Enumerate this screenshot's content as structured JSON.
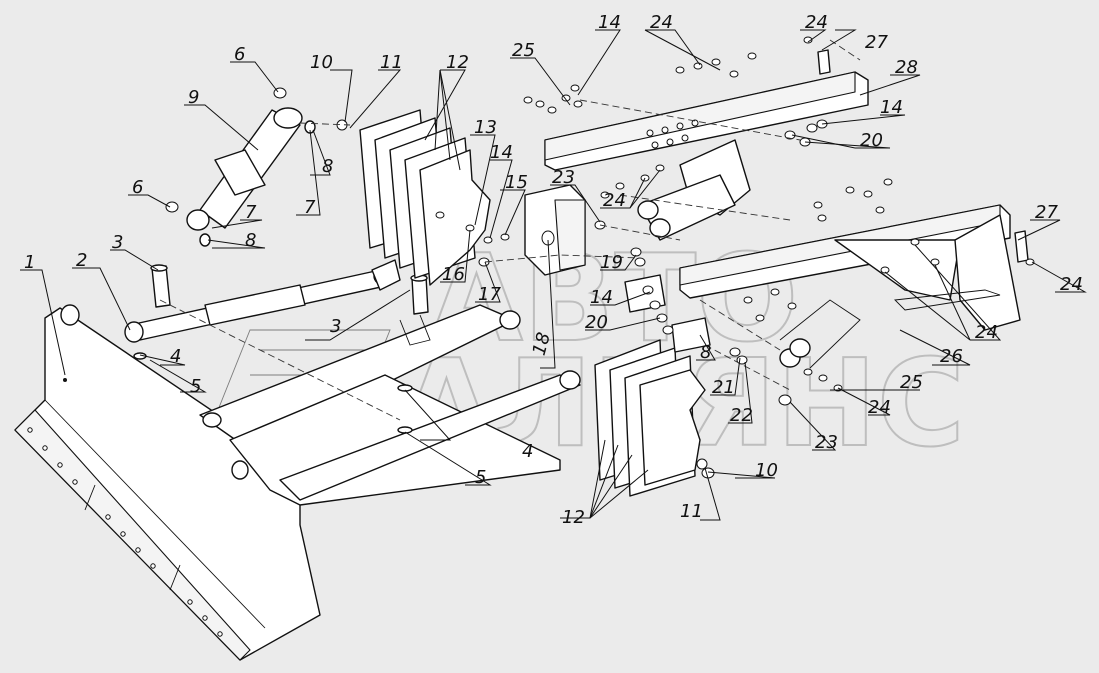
{
  "watermark": {
    "line1": "АВТО",
    "line2": "АЛЬЯНС"
  },
  "callouts": {
    "c1": "1",
    "c2": "2",
    "c3a": "3",
    "c3b": "3",
    "c4a": "4",
    "c4b": "4",
    "c5a": "5",
    "c5b": "5",
    "c6a": "6",
    "c6b": "6",
    "c7a": "7",
    "c7b": "7",
    "c8a": "8",
    "c8b": "8",
    "c8c": "8",
    "c9": "9",
    "c10a": "10",
    "c10b": "10",
    "c11a": "11",
    "c11b": "11",
    "c12a": "12",
    "c12b": "12",
    "c13": "13",
    "c14a": "14",
    "c14b": "14",
    "c14c": "14",
    "c14d": "14",
    "c15": "15",
    "c16": "16",
    "c17": "17",
    "c18": "18",
    "c19": "19",
    "c20a": "20",
    "c20b": "20",
    "c21": "21",
    "c22": "22",
    "c23a": "23",
    "c23b": "23",
    "c24a": "24",
    "c24b": "24",
    "c24c": "24",
    "c24d": "24",
    "c24e": "24",
    "c24f": "24",
    "c25a": "25",
    "c25b": "25",
    "c26": "26",
    "c27a": "27",
    "c27b": "27",
    "c28": "28"
  }
}
